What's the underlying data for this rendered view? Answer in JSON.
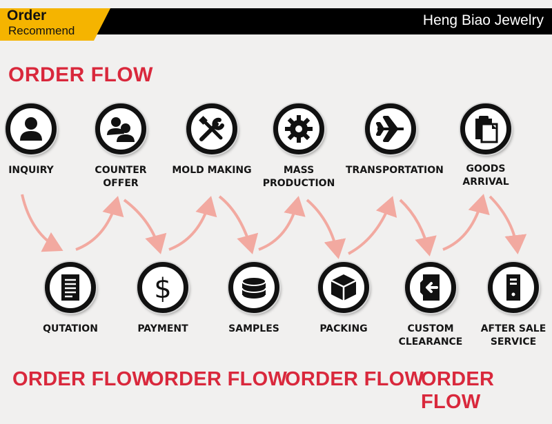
{
  "header": {
    "tab_title": "Order",
    "tab_subtitle": "Recommend",
    "brand": "Heng Biao Jewelry"
  },
  "title": "ORDER FLOW",
  "colors": {
    "accent_red": "#d9283c",
    "tab_yellow": "#f5b400",
    "arrow_pink": "#f2a9a0"
  },
  "steps_top": [
    {
      "label": "INQUIRY",
      "icon": "person-icon"
    },
    {
      "label": "COUNTER\nOFFER",
      "icon": "people-icon"
    },
    {
      "label": "MOLD  MAKING",
      "icon": "tools-icon"
    },
    {
      "label": "MASS\nPRODUCTION",
      "icon": "gear-icon"
    },
    {
      "label": "TRANSPORTATION",
      "icon": "airplane-icon"
    },
    {
      "label": "GOODS\nARRIVAL",
      "icon": "clipboard-icon"
    }
  ],
  "steps_bottom": [
    {
      "label": "QUTATION",
      "icon": "document-icon"
    },
    {
      "label": "PAYMENT",
      "icon": "dollar-icon"
    },
    {
      "label": "SAMPLES",
      "icon": "coins-stack-icon"
    },
    {
      "label": "PACKING",
      "icon": "box-icon"
    },
    {
      "label": "CUSTOM\nCLEARANCE",
      "icon": "exit-door-icon"
    },
    {
      "label": "AFTER  SALE\nSERVICE",
      "icon": "service-cabinet-icon"
    }
  ],
  "footer": [
    "ORDER FLOW",
    "ORDER FLOW",
    "ORDER FLOW",
    "ORDER FLOW"
  ]
}
